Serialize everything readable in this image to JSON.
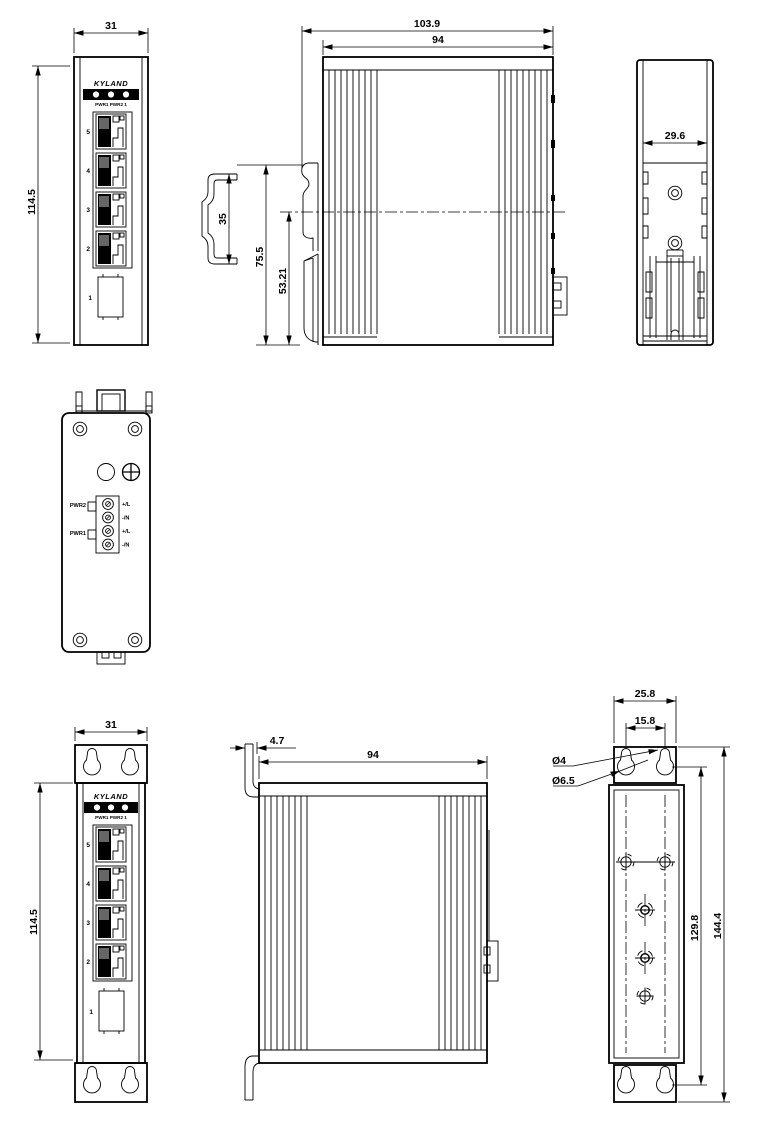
{
  "title": "Industrial Ethernet switch dimension drawing",
  "brand": "KYLAND",
  "colors": {
    "line": "#000000",
    "background": "#ffffff",
    "led_panel": "#000000"
  },
  "views": {
    "front_din": {
      "dim_width": "31",
      "dim_height": "114.5",
      "logo": "KYLAND",
      "led_labels": "PWR1 PWR2 1",
      "ports": {
        "p5": "5",
        "p4": "4",
        "p3": "3",
        "p2": "2",
        "p1": "1"
      }
    },
    "side_din": {
      "dim_overall_depth": "103.9",
      "dim_body_depth": "94",
      "dim_din_rail": "35",
      "dim_clip_height": "75.5",
      "dim_center_offset": "53.21"
    },
    "rear_din": {
      "dim_inner_width": "29.6"
    },
    "top_power": {
      "pwr2_label": "PWR2",
      "pwr1_label": "PWR1",
      "terminals": {
        "t1": "+/L",
        "t2": "-/N",
        "t3": "+/L",
        "t4": "-/N"
      }
    },
    "front_wall": {
      "dim_width": "31",
      "dim_height": "114.5",
      "logo": "KYLAND",
      "led_labels": "PWR1 PWR2 1",
      "ports": {
        "p5": "5",
        "p4": "4",
        "p3": "3",
        "p2": "2",
        "p1": "1"
      }
    },
    "side_wall": {
      "dim_plate_offset": "4.7",
      "dim_body_depth": "94"
    },
    "rear_wall": {
      "dim_plate_width": "25.8",
      "dim_hole_spacing": "15.8",
      "dim_slot_dia": "Ø4",
      "dim_hole_dia": "Ø6.5",
      "dim_hole_span": "129.8",
      "dim_plate_height": "144.4"
    }
  }
}
